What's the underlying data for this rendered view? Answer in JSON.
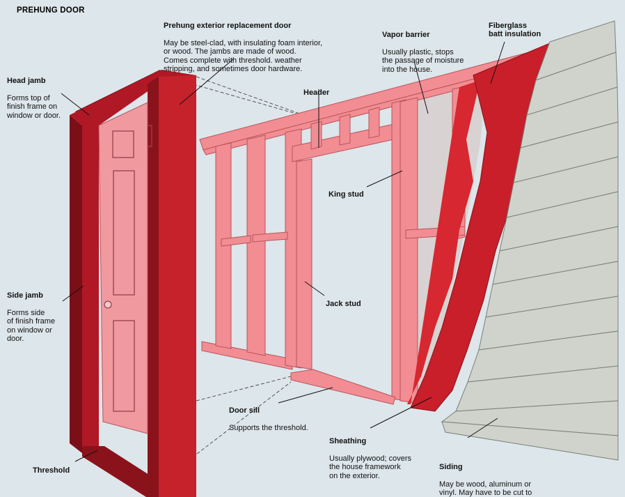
{
  "title": "PREHUNG DOOR",
  "colors": {
    "background": "#dde6ea",
    "door_frame": "#b01825",
    "door_frame_dark": "#7a0f18",
    "door_panel": "#f09aa0",
    "framing_lumber": "#f28d93",
    "vapor_barrier": "#d8d2d2",
    "sheathing": "#d72730",
    "insulation": "#c81f2a",
    "siding": "#cfd3cc"
  },
  "labels": {
    "head_jamb": {
      "title": "Head jamb",
      "desc": "Forms top of\nfinish frame on\nwindow or door."
    },
    "prehung": {
      "title": "Prehung exterior replacement door",
      "desc": "May be steel-clad, with insulating foam interior,\nor wood. The jambs are made of wood.\nComes complete with threshold. weather\nstripping, and sometimes door hardware."
    },
    "vapor_barrier": {
      "title": "Vapor barrier",
      "desc": "Usually plastic, stops\nthe passage of moisture\ninto the house."
    },
    "fiberglass": {
      "title": "Fiberglass\nbatt insulation"
    },
    "header": {
      "title": "Header"
    },
    "king_stud": {
      "title": "King stud"
    },
    "side_jamb": {
      "title": "Side jamb",
      "desc": "Forms side\nof finish frame\non window or\ndoor."
    },
    "jack_stud": {
      "title": "Jack stud"
    },
    "door_sill": {
      "title": "Door sill",
      "desc": "Supports the threshold."
    },
    "sheathing": {
      "title": "Sheathing",
      "desc": "Usually plywood; covers\nthe house framework\non the exterior."
    },
    "siding": {
      "title": "Siding",
      "desc": "May be wood, aluminum or\nvinyl. May have to be cut to\naccommodate brickmold."
    },
    "threshold": {
      "title": "Threshold"
    }
  }
}
